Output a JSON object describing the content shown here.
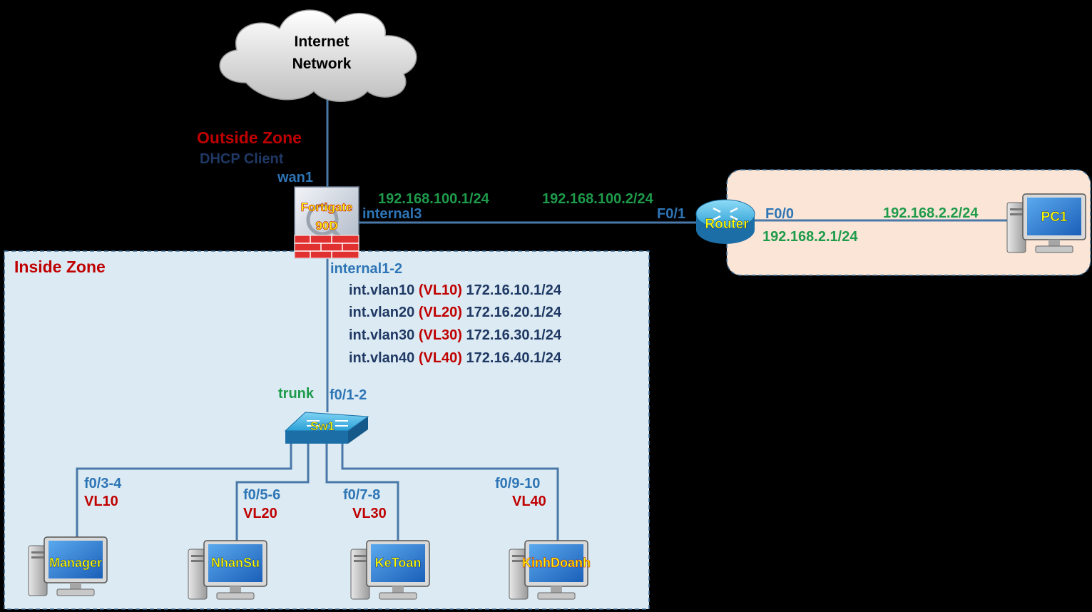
{
  "colors": {
    "background": "#000000",
    "inside_zone_fill": "#dcebf3",
    "inside_zone_border": "#3a6b94",
    "remote_zone_fill": "#fbe5d6",
    "link": "#4a78a8",
    "zone_label": "#c00000",
    "blue_label": "#2e75b6",
    "navy_label": "#1f3864",
    "green_label": "#1e9b4b",
    "red_label": "#c00000",
    "device_label": "#ffff00"
  },
  "cloud": {
    "line1": "Internet",
    "line2": "Network"
  },
  "outside": {
    "zone": "Outside Zone",
    "dhcp": "DHCP Client",
    "wan": "wan1"
  },
  "firewall": {
    "line1": "Fortigate",
    "line2": "90D"
  },
  "wan_link": {
    "fw_port": "internal3",
    "fw_ip": "192.168.100.1/24",
    "router_ip": "192.168.100.2/24",
    "router_port": "F0/1"
  },
  "router": {
    "name": "Router",
    "lan_port": "F0/0",
    "lan_ip": "192.168.2.1/24"
  },
  "pc1": {
    "name": "PC1",
    "ip": "192.168.2.2/24"
  },
  "inside": {
    "zone": "Inside Zone",
    "fw_port": "internal1-2",
    "vlans": [
      {
        "iface": "int.vlan10",
        "vl": "(VL10)",
        "ip": "172.16.10.1/24"
      },
      {
        "iface": "int.vlan20",
        "vl": "(VL20)",
        "ip": "172.16.20.1/24"
      },
      {
        "iface": "int.vlan30",
        "vl": "(VL30)",
        "ip": "172.16.30.1/24"
      },
      {
        "iface": "int.vlan40",
        "vl": "(VL40)",
        "ip": "172.16.40.1/24"
      }
    ],
    "trunk": "trunk",
    "sw_port": "f0/1-2"
  },
  "switch": {
    "name": "Sw1"
  },
  "hosts": [
    {
      "name": "Manager",
      "port": "f0/3-4",
      "vlan": "VL10"
    },
    {
      "name": "NhanSu",
      "port": "f0/5-6",
      "vlan": "VL20"
    },
    {
      "name": "KeToan",
      "port": "f0/7-8",
      "vlan": "VL30"
    },
    {
      "name": "KinhDoanh",
      "port": "f0/9-10",
      "vlan": "VL40"
    }
  ]
}
